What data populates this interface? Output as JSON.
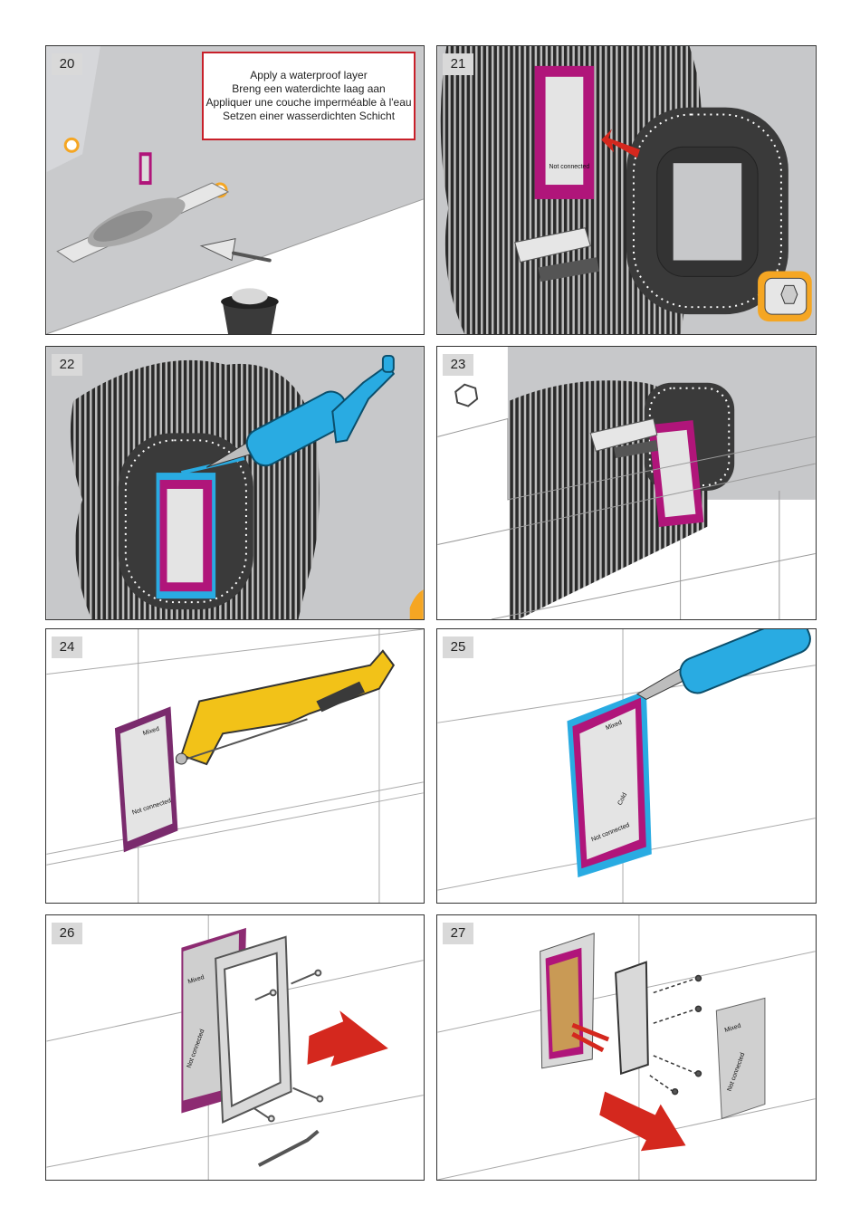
{
  "panels": [
    {
      "number": "20"
    },
    {
      "number": "21"
    },
    {
      "number": "22"
    },
    {
      "number": "23"
    },
    {
      "number": "24"
    },
    {
      "number": "25"
    },
    {
      "number": "26"
    },
    {
      "number": "27"
    }
  ],
  "step20_notice": {
    "line1": "Apply a waterproof layer",
    "line2": "Breng een waterdichte laag aan",
    "line3": "Appliquer une couche imperméable à l'eau",
    "line4": "Setzen einer wasserdichten Schicht"
  },
  "plate_labels": {
    "mixed": "Mixed",
    "cold": "Cold",
    "not_connected": "Not connected"
  },
  "colors": {
    "wall_grey": "#c7c8ca",
    "membrane": "#3a3a3a",
    "frame_magenta": "#b0157a",
    "sealant_blue": "#29abe2",
    "saw_yellow": "#f2c218",
    "arrow_red": "#d4281e",
    "connector_orange": "#f5a623"
  }
}
